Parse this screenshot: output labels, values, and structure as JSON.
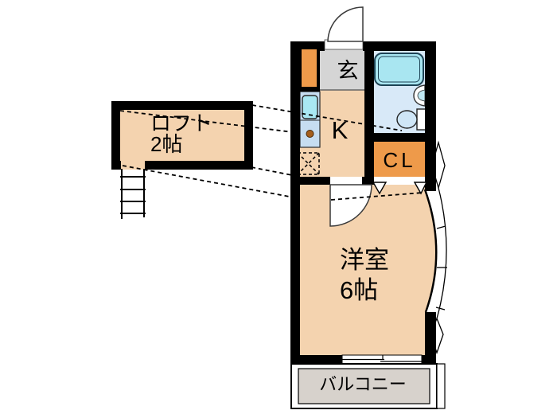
{
  "floorplan": {
    "title": "apartment-floor-plan",
    "rooms": {
      "loft": {
        "label": "ロフト",
        "size": "2帖"
      },
      "entrance": {
        "label": "玄"
      },
      "kitchen": {
        "label": "K"
      },
      "closet": {
        "label": "CL"
      },
      "western_room": {
        "label": "洋室",
        "size": "6帖"
      },
      "balcony": {
        "label": "バルコニー"
      }
    },
    "fixtures": [
      "bathtub",
      "washbasin",
      "toilet",
      "kitchen-sink",
      "stove-burner",
      "refrigerator-space",
      "shoe-cabinet",
      "ladder",
      "entrance-door",
      "room-door",
      "closet-folding-door",
      "bow-window",
      "sliding-window"
    ],
    "colors": {
      "wall": "#000000",
      "floor_peach": "#f4d3af",
      "accent_orange": "#ee9a4a",
      "entrance_gray": "#d5d5d5",
      "bathroom_blue": "#d8e9f8",
      "fixture_cyan": "#a9e6f1",
      "counter_blue": "#c6ddf1",
      "balcony_gray": "#d7d2cc",
      "background": "#ffffff"
    }
  }
}
